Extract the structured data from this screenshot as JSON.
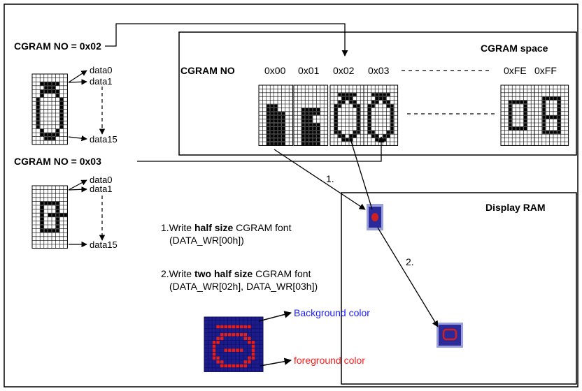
{
  "cgram_no_1": "CGRAM NO = 0x02",
  "cgram_no_2": "CGRAM NO = 0x03",
  "data_labels": {
    "first": "data0",
    "second": "data1",
    "last": "data15"
  },
  "cgram_space": {
    "title": "CGRAM space",
    "header": "CGRAM NO",
    "addresses": [
      "0x00",
      "0x01",
      "0x02",
      "0x03",
      "0xFE",
      "0xFF"
    ],
    "dashes": "-----------------------"
  },
  "display_ram": {
    "title": "Display RAM"
  },
  "steps": {
    "one_marker": "1.",
    "two_marker": "2.",
    "step1_prefix": "1.Write ",
    "step1_bold": "half size",
    "step1_suffix": " CGRAM font",
    "step1_cmd": "(DATA_WR[00h])",
    "step2_prefix": "2.Write ",
    "step2_bold": "two half size",
    "step2_suffix": " CGRAM font",
    "step2_cmd": "(DATA_WR[02h], DATA_WR[03h])"
  },
  "legend": {
    "background": "Background color",
    "foreground": "foreground color"
  },
  "colors": {
    "background": "#1a1aff",
    "foreground": "#ff1a1a",
    "grid_bg": "#1c1c8c",
    "grid_fg": "#e02020"
  }
}
